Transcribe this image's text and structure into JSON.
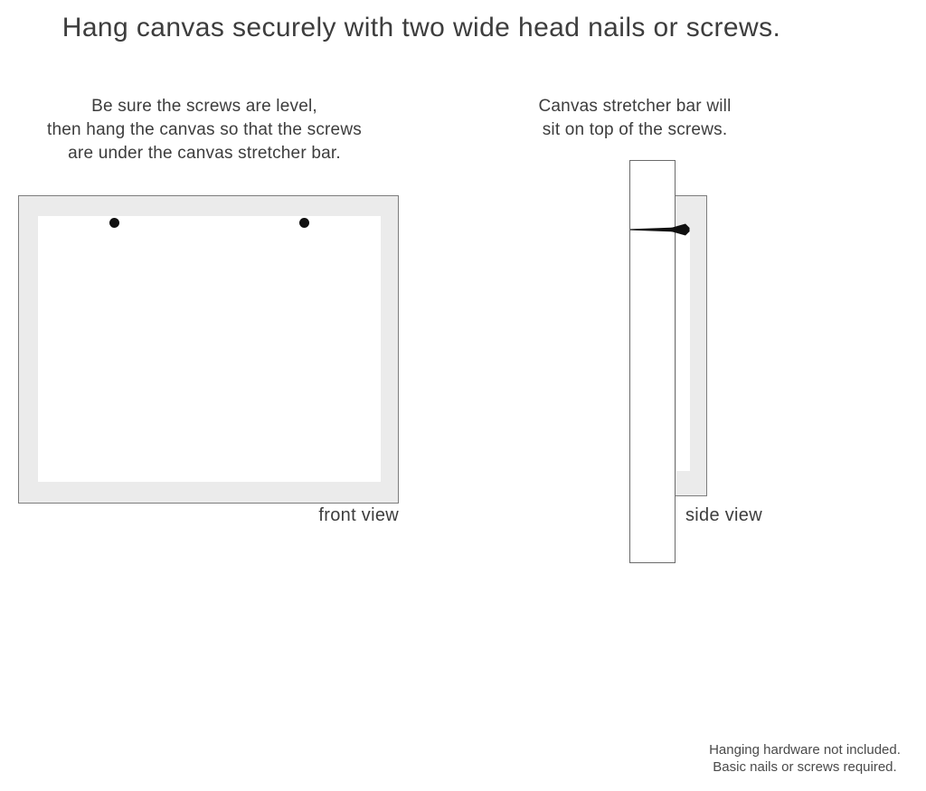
{
  "title": "Hang canvas securely with two wide head nails or screws.",
  "instructions": {
    "left": {
      "line1": "Be sure the screws are level,",
      "line2": "then hang the canvas so that the screws",
      "line3": "are under the canvas stretcher bar."
    },
    "right": {
      "line1": "Canvas stretcher bar will",
      "line2": "sit on top of the screws."
    }
  },
  "figures": {
    "front": {
      "label": "front view",
      "screw_count": 2
    },
    "side": {
      "label": "side view"
    }
  },
  "footer": {
    "line1": "Hanging hardware not included.",
    "line2": "Basic nails or screws required."
  },
  "colors": {
    "background": "#ffffff",
    "canvas_fill": "#ebebeb",
    "border": "#7d7d7d",
    "wall_border": "#6b6b6b",
    "text": "#3d3d3d",
    "nail": "#101010"
  }
}
